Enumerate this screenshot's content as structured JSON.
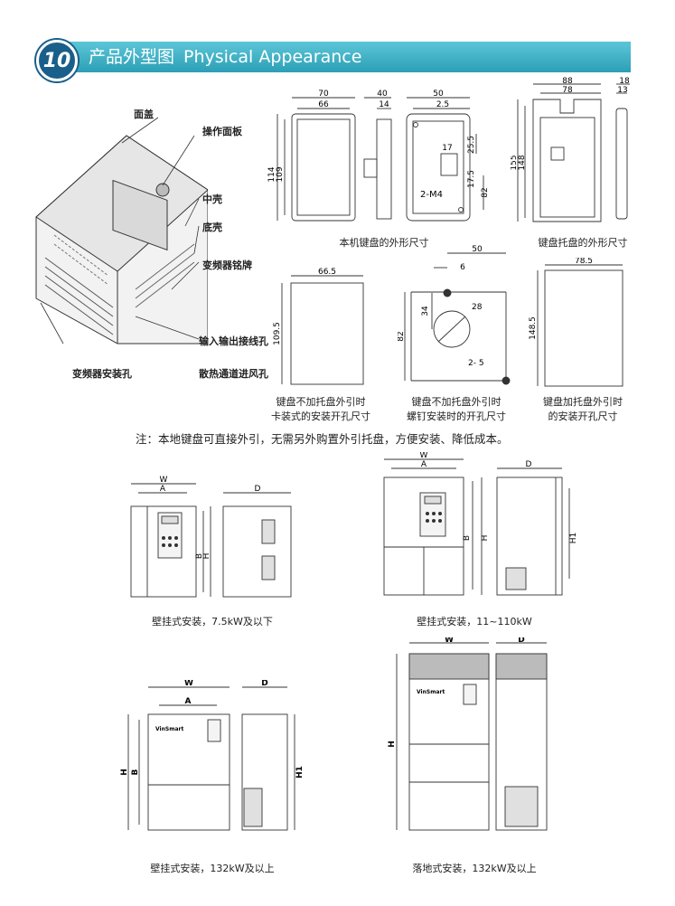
{
  "header": {
    "badge": "10",
    "title_cn": "产品外型图",
    "title_en": "Physical Appearance"
  },
  "product_callouts": {
    "cover": "面盖",
    "operation_panel": "操作面板",
    "middle_shell": "中壳",
    "bottom_shell": "底壳",
    "nameplate": "变频器铭牌",
    "io_wiring_hole": "输入输出接线孔",
    "heat_vent": "散热通道进风孔",
    "mounting_hole": "变频器安装孔"
  },
  "keypad_dims": {
    "front_w_outer": "70",
    "front_w_inner": "66",
    "front_h_outer": "114",
    "front_h_inner": "109",
    "side_w_outer": "40",
    "side_w_inner": "14",
    "back_w": "50",
    "back_off": "2.5",
    "back_d1": "17",
    "back_d2": "25.5",
    "back_d3": "17.5",
    "back_d4": "82",
    "back_screw": "2-M4",
    "caption": "本机键盘的外形尺寸"
  },
  "tray_dims": {
    "w_outer": "88",
    "w_inner": "78",
    "h_outer": "155",
    "h_inner": "148",
    "depth_outer": "18",
    "depth_inner": "13",
    "caption": "键盘托盘的外形尺寸"
  },
  "cutouts": {
    "a_w": "66.5",
    "a_h": "109.5",
    "a_caption_1": "键盘不加托盘外引时",
    "a_caption_2": "卡装式的安装开孔尺寸",
    "b_w": "50",
    "b_6": "6",
    "b_34": "34",
    "b_28": "28",
    "b_82": "82",
    "b_25": "2-  5",
    "b_caption_1": "键盘不加托盘外引时",
    "b_caption_2": "螺钉安装时的开孔尺寸",
    "c_w": "78.5",
    "c_h": "148.5",
    "c_caption_1": "键盘加托盘外引时",
    "c_caption_2": "的安装开孔尺寸"
  },
  "note": "注：本地键盘可直接外引，无需另外购置外引托盘，方便安装、降低成本。",
  "dim_letters": {
    "w": "W",
    "a": "A",
    "b": "B",
    "h": "H",
    "d": "D",
    "h1": "H1"
  },
  "brand": "VinSmart",
  "installs": {
    "c1": "壁挂式安装，7.5kW及以下",
    "c2": "壁挂式安装，11~110kW",
    "c3": "壁挂式安装，132kW及以上",
    "c4": "落地式安装，132kW及以上"
  },
  "colors": {
    "header_light": "#5cc6d8",
    "header_dark": "#2c9fb6",
    "badge": "#1a5f8a",
    "line": "#333333"
  }
}
